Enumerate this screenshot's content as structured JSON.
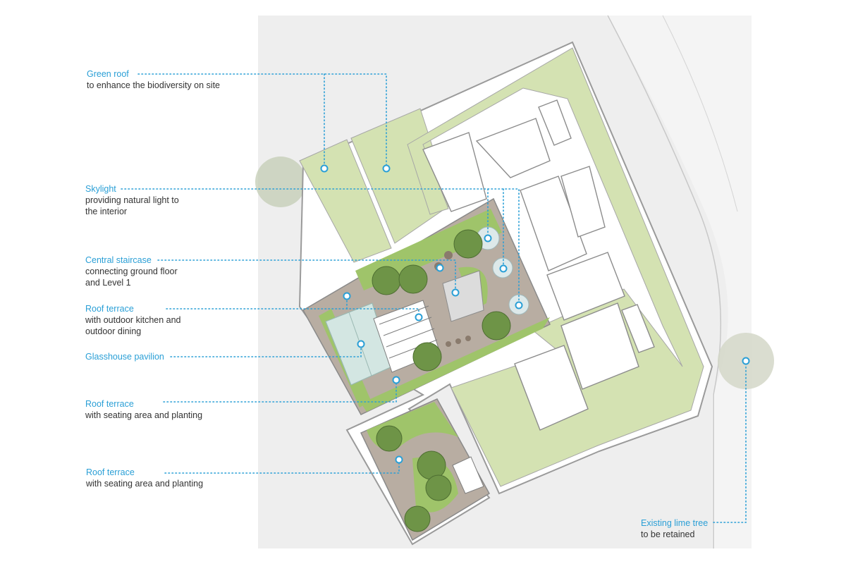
{
  "annotations": [
    {
      "id": "green-roof",
      "title": "Green roof",
      "desc": "to enhance the biodiversity on site"
    },
    {
      "id": "skylight",
      "title": "Skylight",
      "desc": "providing natural light to\nthe interior"
    },
    {
      "id": "central-staircase",
      "title": "Central staircase",
      "desc": "connecting ground floor\nand Level 1"
    },
    {
      "id": "roof-terrace-kitchen",
      "title": "Roof terrace",
      "desc": "with outdoor kitchen and\noutdoor dining"
    },
    {
      "id": "glasshouse-pavilion",
      "title": "Glasshouse pavilion",
      "desc": ""
    },
    {
      "id": "roof-terrace-seating-1",
      "title": "Roof terrace",
      "desc": "with seating area and planting"
    },
    {
      "id": "roof-terrace-seating-2",
      "title": "Roof terrace",
      "desc": "with seating area and planting"
    },
    {
      "id": "lime-tree",
      "title": "Existing lime tree",
      "desc": "to be retained"
    }
  ],
  "colors": {
    "accent": "#2a9fd6",
    "green_roof": "#d4e2b2",
    "planting": "#9fc46a",
    "tree": "#6e9447",
    "paving": "#b8ada2",
    "ground": "#ededed",
    "glasshouse": "#d3e6e2"
  }
}
